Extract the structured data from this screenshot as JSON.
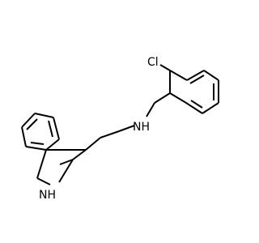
{
  "molecule": {
    "atoms": {
      "chlorine": "Cl",
      "amine_nitrogen": "NH",
      "indole_nitrogen": "NH"
    }
  }
}
